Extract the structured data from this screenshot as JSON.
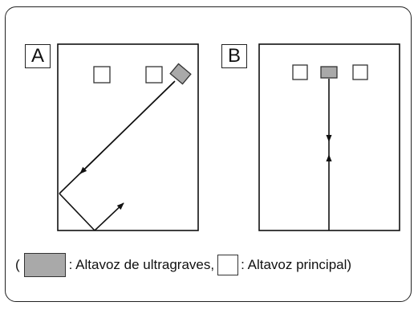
{
  "panels": [
    {
      "label": "A"
    },
    {
      "label": "B"
    }
  ],
  "legend": {
    "open_paren": "(",
    "subwoofer_text": ": Altavoz de ultragraves,",
    "main_text": ": Altavoz principal)"
  },
  "colors": {
    "subwoofer_fill": "#a9a9a9",
    "speaker_fill": "#ffffff",
    "line": "#111111"
  }
}
